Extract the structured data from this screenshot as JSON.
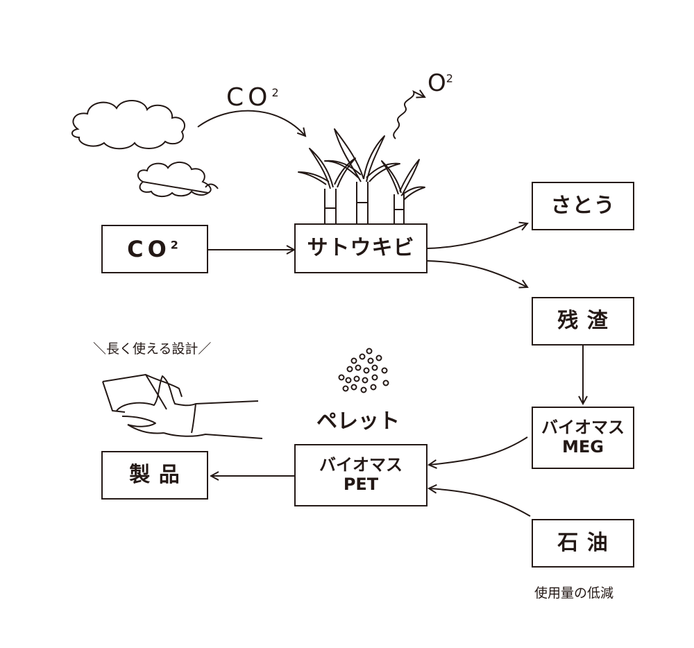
{
  "sky": {
    "co2_label": "CO",
    "co2_sup": "2",
    "o2_label": "O",
    "o2_sup": "2"
  },
  "nodes": {
    "co2": {
      "label": "CO",
      "sup": "2"
    },
    "sugarcane": {
      "label": "サトウキビ"
    },
    "sugar": {
      "label": "さとう"
    },
    "residue": {
      "label": "残 渣"
    },
    "bio_meg": {
      "line1": "バイオマス",
      "line2": "MEG"
    },
    "bio_pet": {
      "line1": "バイオマス",
      "line2": "PET"
    },
    "petroleum": {
      "label": "石 油"
    },
    "product": {
      "label": "製 品"
    }
  },
  "labels": {
    "long_use": "＼長く使える設計／",
    "pellet": "ペレット",
    "reduction": "使用量の低減"
  },
  "colors": {
    "ink": "#231815",
    "background": "#ffffff"
  }
}
